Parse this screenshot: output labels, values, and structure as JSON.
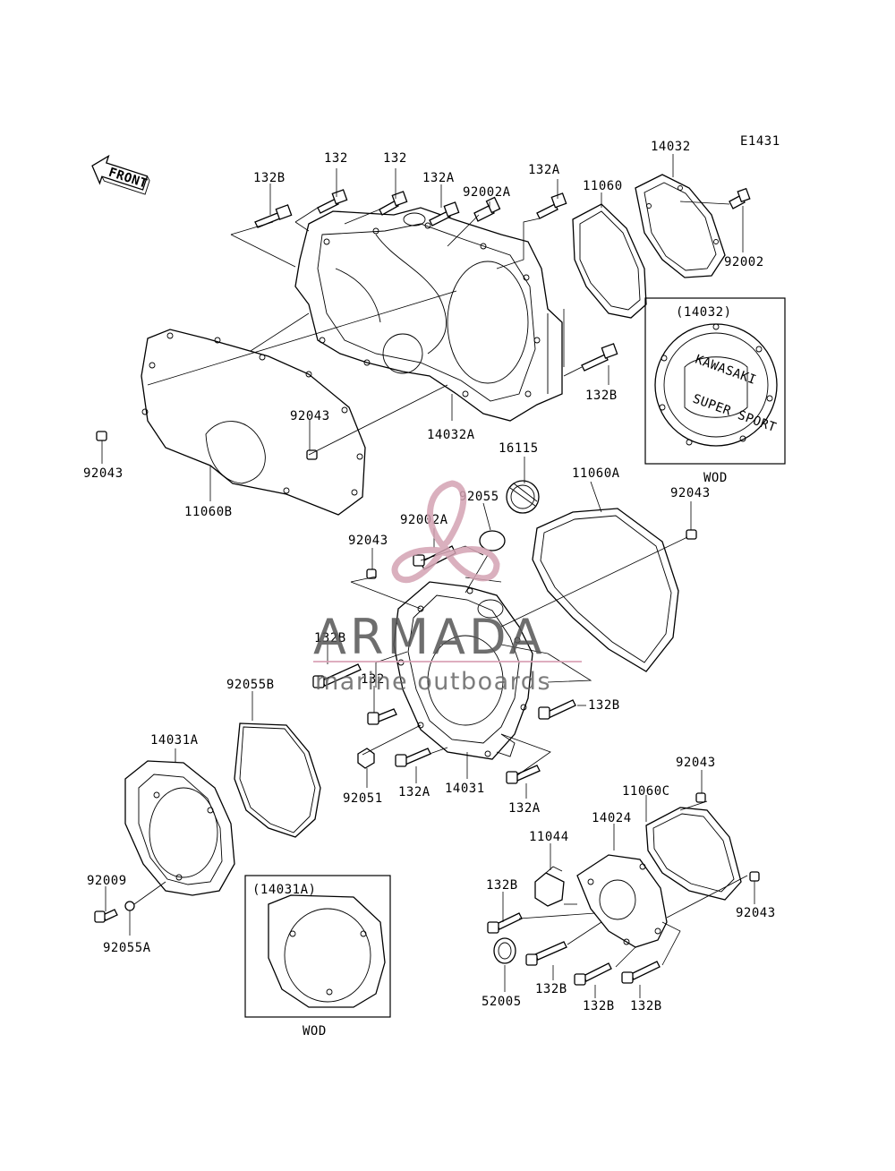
{
  "diagram_code": "E1431",
  "front_label": "FRONT",
  "watermark": {
    "brand": "ARMADA",
    "tagline": "marine outboards",
    "color": "#d4a3b3"
  },
  "variant_labels": {
    "top_box_title": "(14032)",
    "top_box_caption": "WOD",
    "bottom_box_title": "(14031A)",
    "bottom_box_caption": "WOD"
  },
  "labels": {
    "l_132b_1": "132B",
    "l_132_1": "132",
    "l_132_2": "132",
    "l_132a_1": "132A",
    "l_92002a_1": "92002A",
    "l_132a_2": "132A",
    "l_11060": "11060",
    "l_14032": "14032",
    "l_92002": "92002",
    "l_132b_2": "132B",
    "l_92043_1": "92043",
    "l_92043_2": "92043",
    "l_14032a": "14032A",
    "l_11060b": "11060B",
    "l_16115": "16115",
    "l_92055": "92055",
    "l_11060a": "11060A",
    "l_92043_3": "92043",
    "l_92002a_2": "92002A",
    "l_92043_4": "92043",
    "l_132b_3": "132B",
    "l_92055b": "92055B",
    "l_132_3": "132",
    "l_132b_4": "132B",
    "l_14031a": "14031A",
    "l_92051": "92051",
    "l_132a_3": "132A",
    "l_14031": "14031",
    "l_132a_4": "132A",
    "l_92043_5": "92043",
    "l_11060c": "11060C",
    "l_14024": "14024",
    "l_11044": "11044",
    "l_92009": "92009",
    "l_132b_5": "132B",
    "l_92055a": "92055A",
    "l_92043_6": "92043",
    "l_52005": "52005",
    "l_132b_6": "132B",
    "l_132b_7": "132B",
    "l_132b_8": "132B"
  }
}
